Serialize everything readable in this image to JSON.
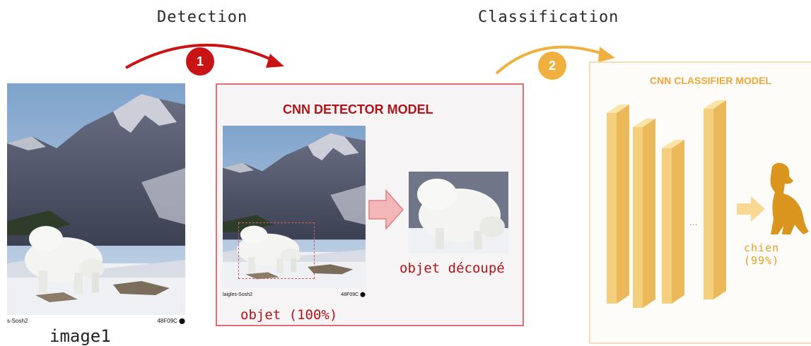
{
  "steps": {
    "detection_title": "Detection",
    "classification_title": "Classification",
    "detection_badge": "1",
    "classification_badge": "2"
  },
  "input": {
    "caption": "image1",
    "footer_left": "s-Sosh2",
    "footer_right": "48F09C"
  },
  "detector": {
    "title": "CNN DETECTOR MODEL",
    "footer_left": "laigles-Sosh2",
    "footer_right": "48F09C",
    "object_caption": "objet (100%)",
    "crop_caption": "objet découpé"
  },
  "classifier": {
    "title": "CNN CLASSIFIER MODEL",
    "ellipsis": "...",
    "result": "chien (99%)"
  },
  "colors": {
    "detection_accent": "#c81414",
    "classification_accent": "#f0b040",
    "detector_border": "#e36d74",
    "classifier_border": "#f4dfb3",
    "layer_fill": "#f6d383",
    "dog_silhouette": "#d9951e"
  },
  "icons": {
    "detection_arrow": "curved-arrow-right-icon",
    "classification_arrow": "curved-arrow-right-icon",
    "pipeline_arrow": "block-arrow-right-icon",
    "output_class": "dog-silhouette-icon"
  }
}
